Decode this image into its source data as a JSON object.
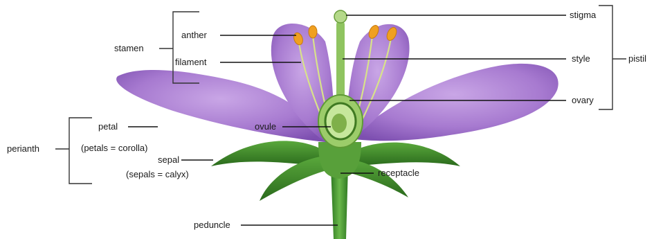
{
  "labels": {
    "stamen": "stamen",
    "anther": "anther",
    "filament": "filament",
    "perianth": "perianth",
    "petal": "petal",
    "petals_note": "(petals = corolla)",
    "sepal": "sepal",
    "sepals_note": "(sepals = calyx)",
    "ovule": "ovule",
    "peduncle": "peduncle",
    "stigma": "stigma",
    "style": "style",
    "pistil": "pistil",
    "ovary": "ovary",
    "receptacle": "receptacle"
  },
  "colors": {
    "petal": "#a77ad0",
    "petal_dark": "#7d4fb0",
    "sepal": "#3e8a2c",
    "stem": "#4f9a35",
    "pistil": "#9ccc6a",
    "anther": "#f0a020",
    "filament": "#d8e28a"
  }
}
